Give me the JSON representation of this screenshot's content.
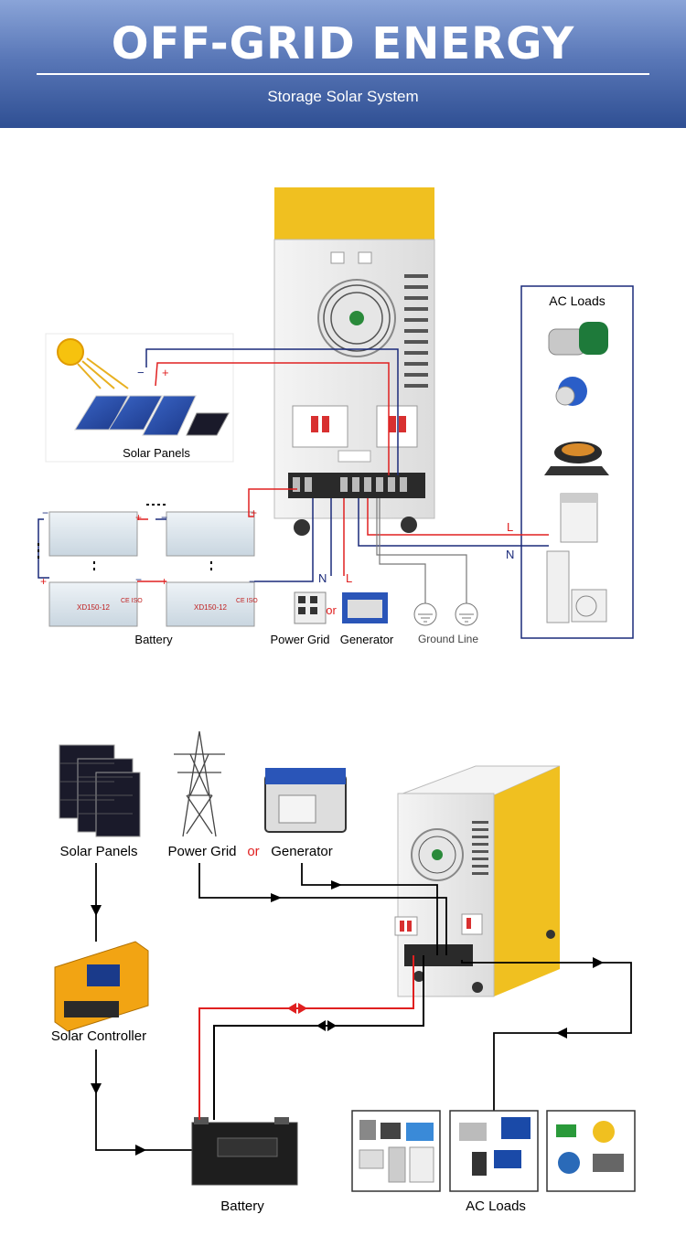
{
  "header": {
    "title": "OFF-GRID ENERGY",
    "subtitle": "Storage Solar System"
  },
  "diagram1": {
    "ac_loads_title": "AC Loads",
    "solar_panels_label": "Solar Panels",
    "battery_label": "Battery",
    "power_grid_label": "Power Grid",
    "or_label": "or",
    "generator_label": "Generator",
    "ground_line_label": "Ground Line",
    "neutral_label": "N",
    "live_label": "L",
    "minus_sign": "−",
    "plus_sign": "+",
    "battery_model": "XD150-12",
    "ce_mark": "CE ISO"
  },
  "diagram2": {
    "solar_panels_label": "Solar Panels",
    "power_grid_label": "Power Grid",
    "or_label": "or",
    "generator_label": "Generator",
    "solar_controller_label": "Solar Controller",
    "battery_label": "Battery",
    "ac_loads_label": "AC Loads"
  },
  "colors": {
    "banner_top": "#8aa4d8",
    "banner_bottom": "#2f4f93",
    "wire_positive": "#e02020",
    "wire_negative": "#1a2a7a",
    "accent_or": "#e02020",
    "cabinet_trim": "#f0c020"
  }
}
